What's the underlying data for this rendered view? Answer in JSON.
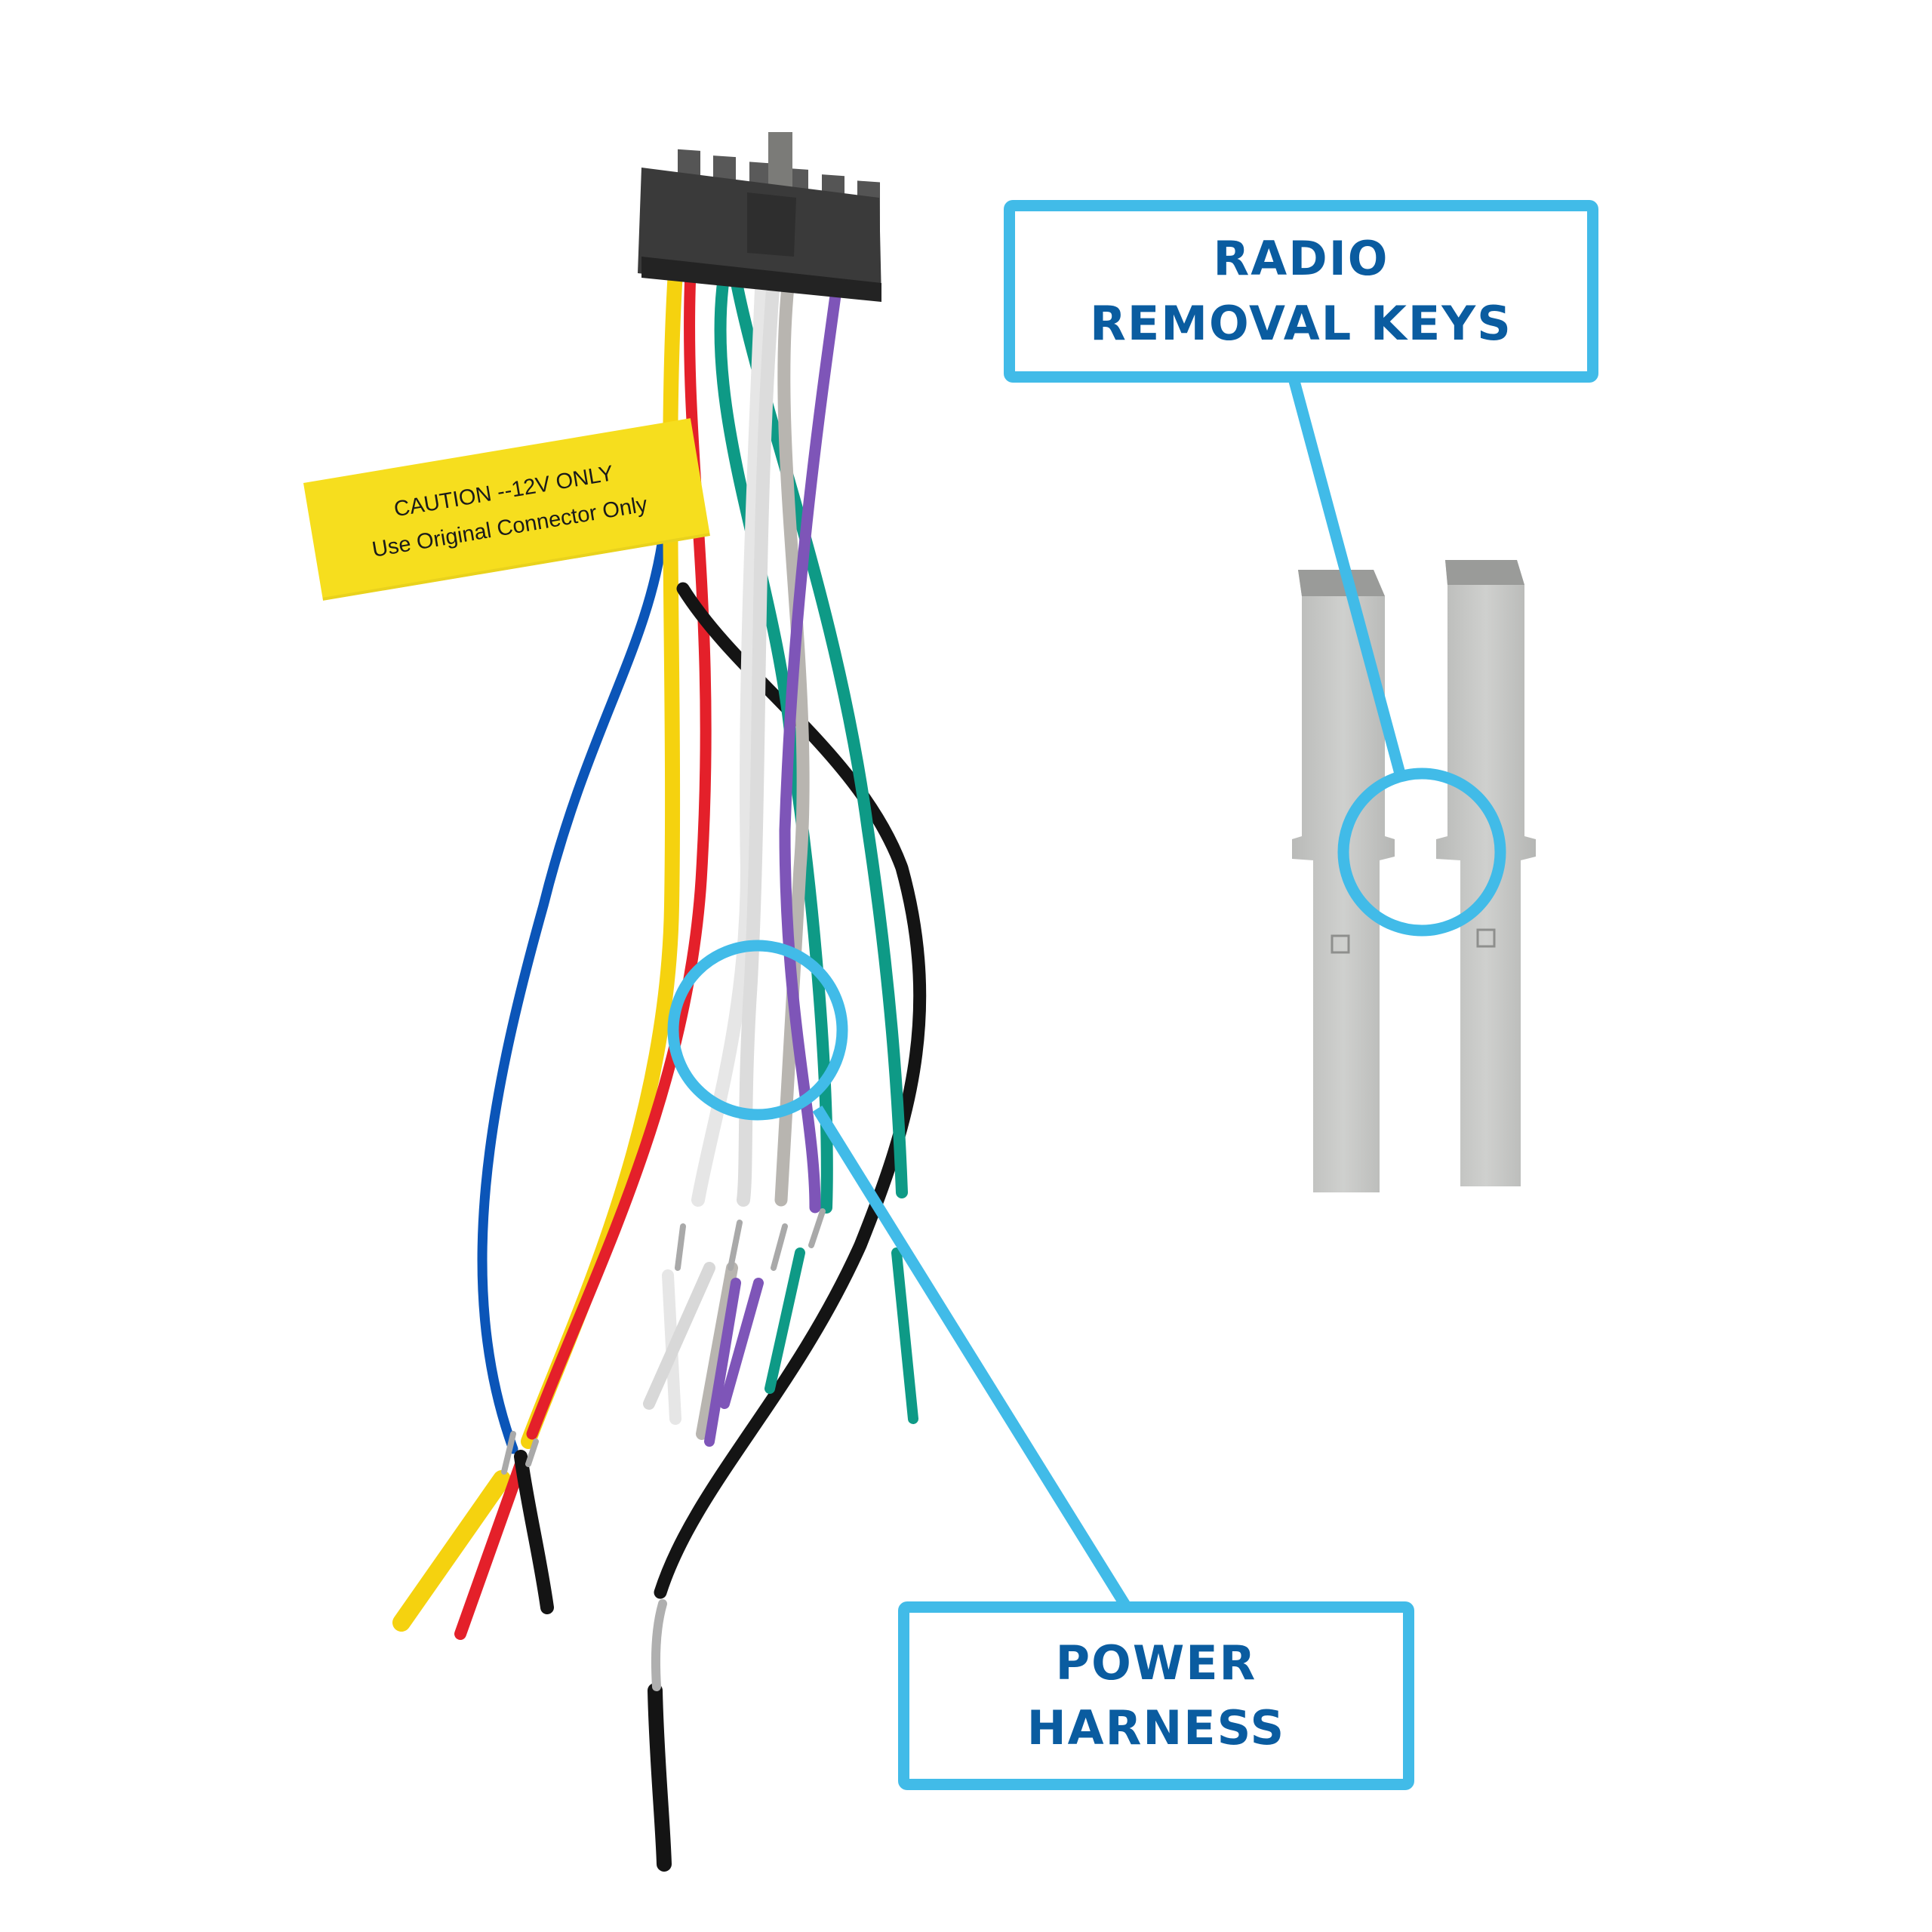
{
  "image": {
    "subject": "Car radio power wiring harness and radio removal keys",
    "background_color": "#FFFFFF"
  },
  "callouts": {
    "radio_removal_keys": {
      "lines": [
        "RADIO",
        "REMOVAL KEYS"
      ],
      "frame_color": "#41BBE8",
      "text_color": "#0A5CA0"
    },
    "power_harness": {
      "lines": [
        "POWER",
        "HARNESS"
      ],
      "frame_color": "#41BBE8",
      "text_color": "#0A5CA0"
    }
  },
  "caution_label": {
    "line1": "CAUTION --12V ONLY",
    "line2": "Use Original Connector Only",
    "color": "#F6DE1E"
  },
  "connector": {
    "color": "#3A3A3A",
    "pin_count_visible": 6
  },
  "wires": [
    {
      "name": "yellow",
      "color": "#F5D20F"
    },
    {
      "name": "red",
      "color": "#E4202A"
    },
    {
      "name": "green",
      "color": "#0E9A86"
    },
    {
      "name": "white",
      "color": "#E6E6E6"
    },
    {
      "name": "gray",
      "color": "#B8B5B0"
    },
    {
      "name": "purple",
      "color": "#7E55B8"
    },
    {
      "name": "black",
      "color": "#141414"
    },
    {
      "name": "blue",
      "color": "#0B55B8"
    }
  ],
  "removal_keys": {
    "count": 2,
    "color": "#C3C4C2"
  }
}
